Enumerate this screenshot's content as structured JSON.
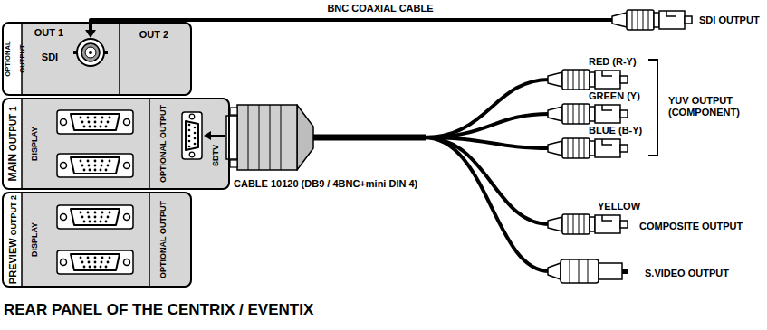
{
  "diagram": {
    "title": "REAR PANEL OF THE CENTRIX / EVENTIX",
    "nodes": [
      {
        "text": [
          "OPTIONAL OUTPUT",
          "OUT 1",
          "SDI",
          "OUT 2"
        ]
      },
      {
        "text": [
          "MAIN",
          "OUTPUT 1",
          "DISPLAY",
          "OPTIONAL OUTPUT",
          "SDTV"
        ]
      },
      {
        "text": [
          "PREVIEW",
          "OUTPUT 2",
          "DISPLAY",
          "OPTIONAL OUTPUT"
        ]
      }
    ],
    "labels": [
      "BNC COAXIAL CABLE",
      "SDI OUTPUT",
      "RED (R-Y)",
      "GREEN (Y)",
      "BLUE (B-Y)",
      "YUV OUTPUT (COMPONENT)",
      "CABLE 10120 (DB9 / 4BNC+mini DIN 4)",
      "YELLOW",
      "COMPOSITE OUTPUT",
      "S.VIDEO OUTPUT"
    ]
  }
}
